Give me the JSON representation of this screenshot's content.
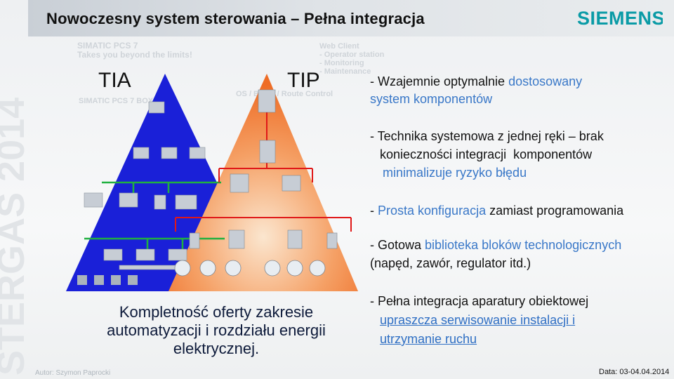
{
  "header": {
    "title": "Nowoczesny system sterowania – Pełna integracja"
  },
  "logo": {
    "text": "SIEMENS",
    "color": "#0a9ba6"
  },
  "watermark": {
    "text": "STERGAS 2014"
  },
  "background_texts": [
    "SIMATIC PCS 7",
    "Takes you beyond the limits!",
    "SIMATIC PCS 7 BOX",
    "OS / Batch / Route Control",
    "Web Client",
    "- Operator station",
    "- Monitoring",
    "- Maintenance"
  ],
  "pyramid": {
    "tia_label": "TIA",
    "tip_label": "TIP",
    "tia_color": "#1a20d8",
    "tip_color": "#f07a30",
    "caption": "Kompletność oferty  zakresie automatyzacji i rozdziału energii elektrycznej."
  },
  "bullets": {
    "b1_line1_prefix": "- Wzajemnie optymalnie ",
    "b1_line1_link": "dostosowany",
    "b1_line2": "system komponentów",
    "b2_line1": "- Technika systemowa z jednej ręki – brak",
    "b2_line2_a": "konieczności integracji",
    "b2_line2_b": "komponentów",
    "b2_line3": "minimalizuje ryzyko błędu",
    "b3_prefix": "- ",
    "b3_link": "Prosta konfiguracja",
    "b3_suffix": " zamiast programowania",
    "b4_line1_prefix": "- Gotowa ",
    "b4_line1_link": "biblioteka bloków technologicznych",
    "b4_line2": "(napęd, zawór, regulator itd.)",
    "b5_line1": "- Pełna integracja aparatury obiektowej",
    "b5_line2": "upraszcza serwisowanie instalacji i",
    "b5_line3": "utrzymanie ruchu"
  },
  "footer": {
    "author": "Autor: Szymon Paprocki",
    "date": "Data: 03-04.04.2014"
  }
}
